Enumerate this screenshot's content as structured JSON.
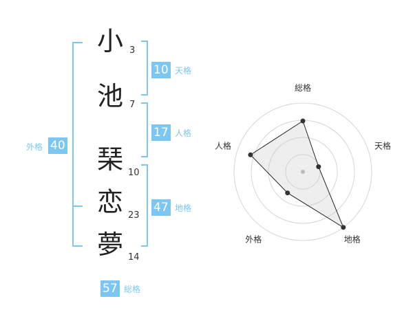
{
  "name": {
    "chars": [
      {
        "char": "小",
        "strokes": "3"
      },
      {
        "char": "池",
        "strokes": "7"
      },
      {
        "char": "琹",
        "strokes": "10"
      },
      {
        "char": "恋",
        "strokes": "23"
      },
      {
        "char": "夢",
        "strokes": "14"
      }
    ]
  },
  "fortune": {
    "tenkaku": {
      "value": "10",
      "label": "天格"
    },
    "jinkaku": {
      "value": "17",
      "label": "人格"
    },
    "chikaku": {
      "value": "47",
      "label": "地格"
    },
    "gaikaku": {
      "value": "40",
      "label": "外格"
    },
    "soukaku": {
      "value": "57",
      "label": "総格"
    }
  },
  "colors": {
    "accent": "#7cc7f2",
    "text": "#222222"
  },
  "chart_data": {
    "type": "radar",
    "axes": [
      "総格",
      "天格",
      "地格",
      "外格",
      "人格"
    ],
    "values": [
      0.74,
      0.24,
      1.0,
      0.38,
      0.8
    ],
    "range": [
      0,
      1
    ],
    "rings": 4
  }
}
